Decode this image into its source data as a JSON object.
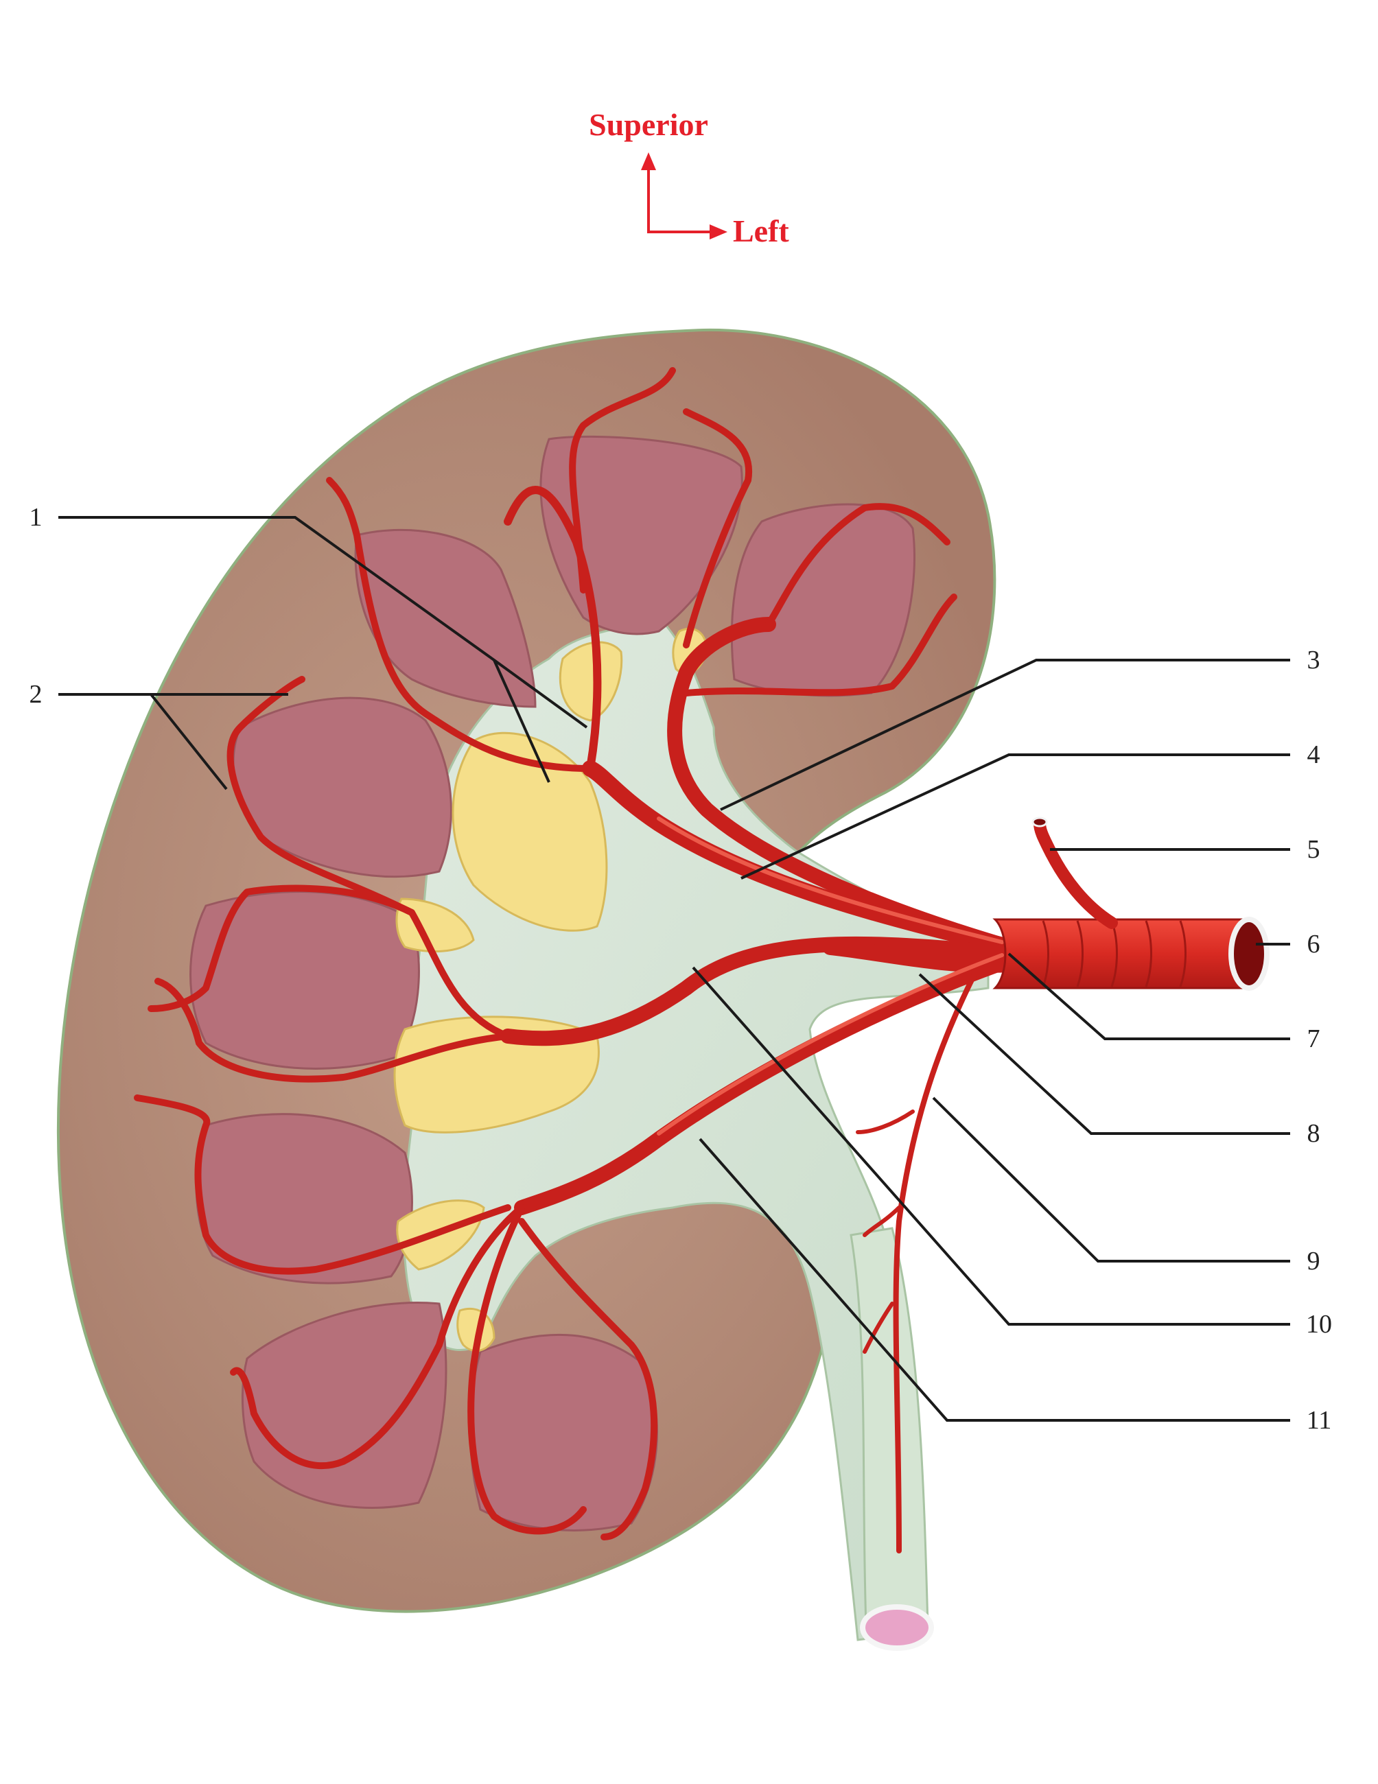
{
  "orientation": {
    "superior_label": "Superior",
    "left_label": "Left",
    "arrow_color": "#e5202a"
  },
  "callouts": [
    "1",
    "2",
    "3",
    "4",
    "5",
    "6",
    "7",
    "8",
    "9",
    "10",
    "11"
  ],
  "colors": {
    "cortex": "#b08a78",
    "pyramid": "#b6707a",
    "sinus": "#d6e6d6",
    "fat": "#f5df8a",
    "artery": "#c8201c",
    "ureter_lumen": "#e8a4c8"
  }
}
